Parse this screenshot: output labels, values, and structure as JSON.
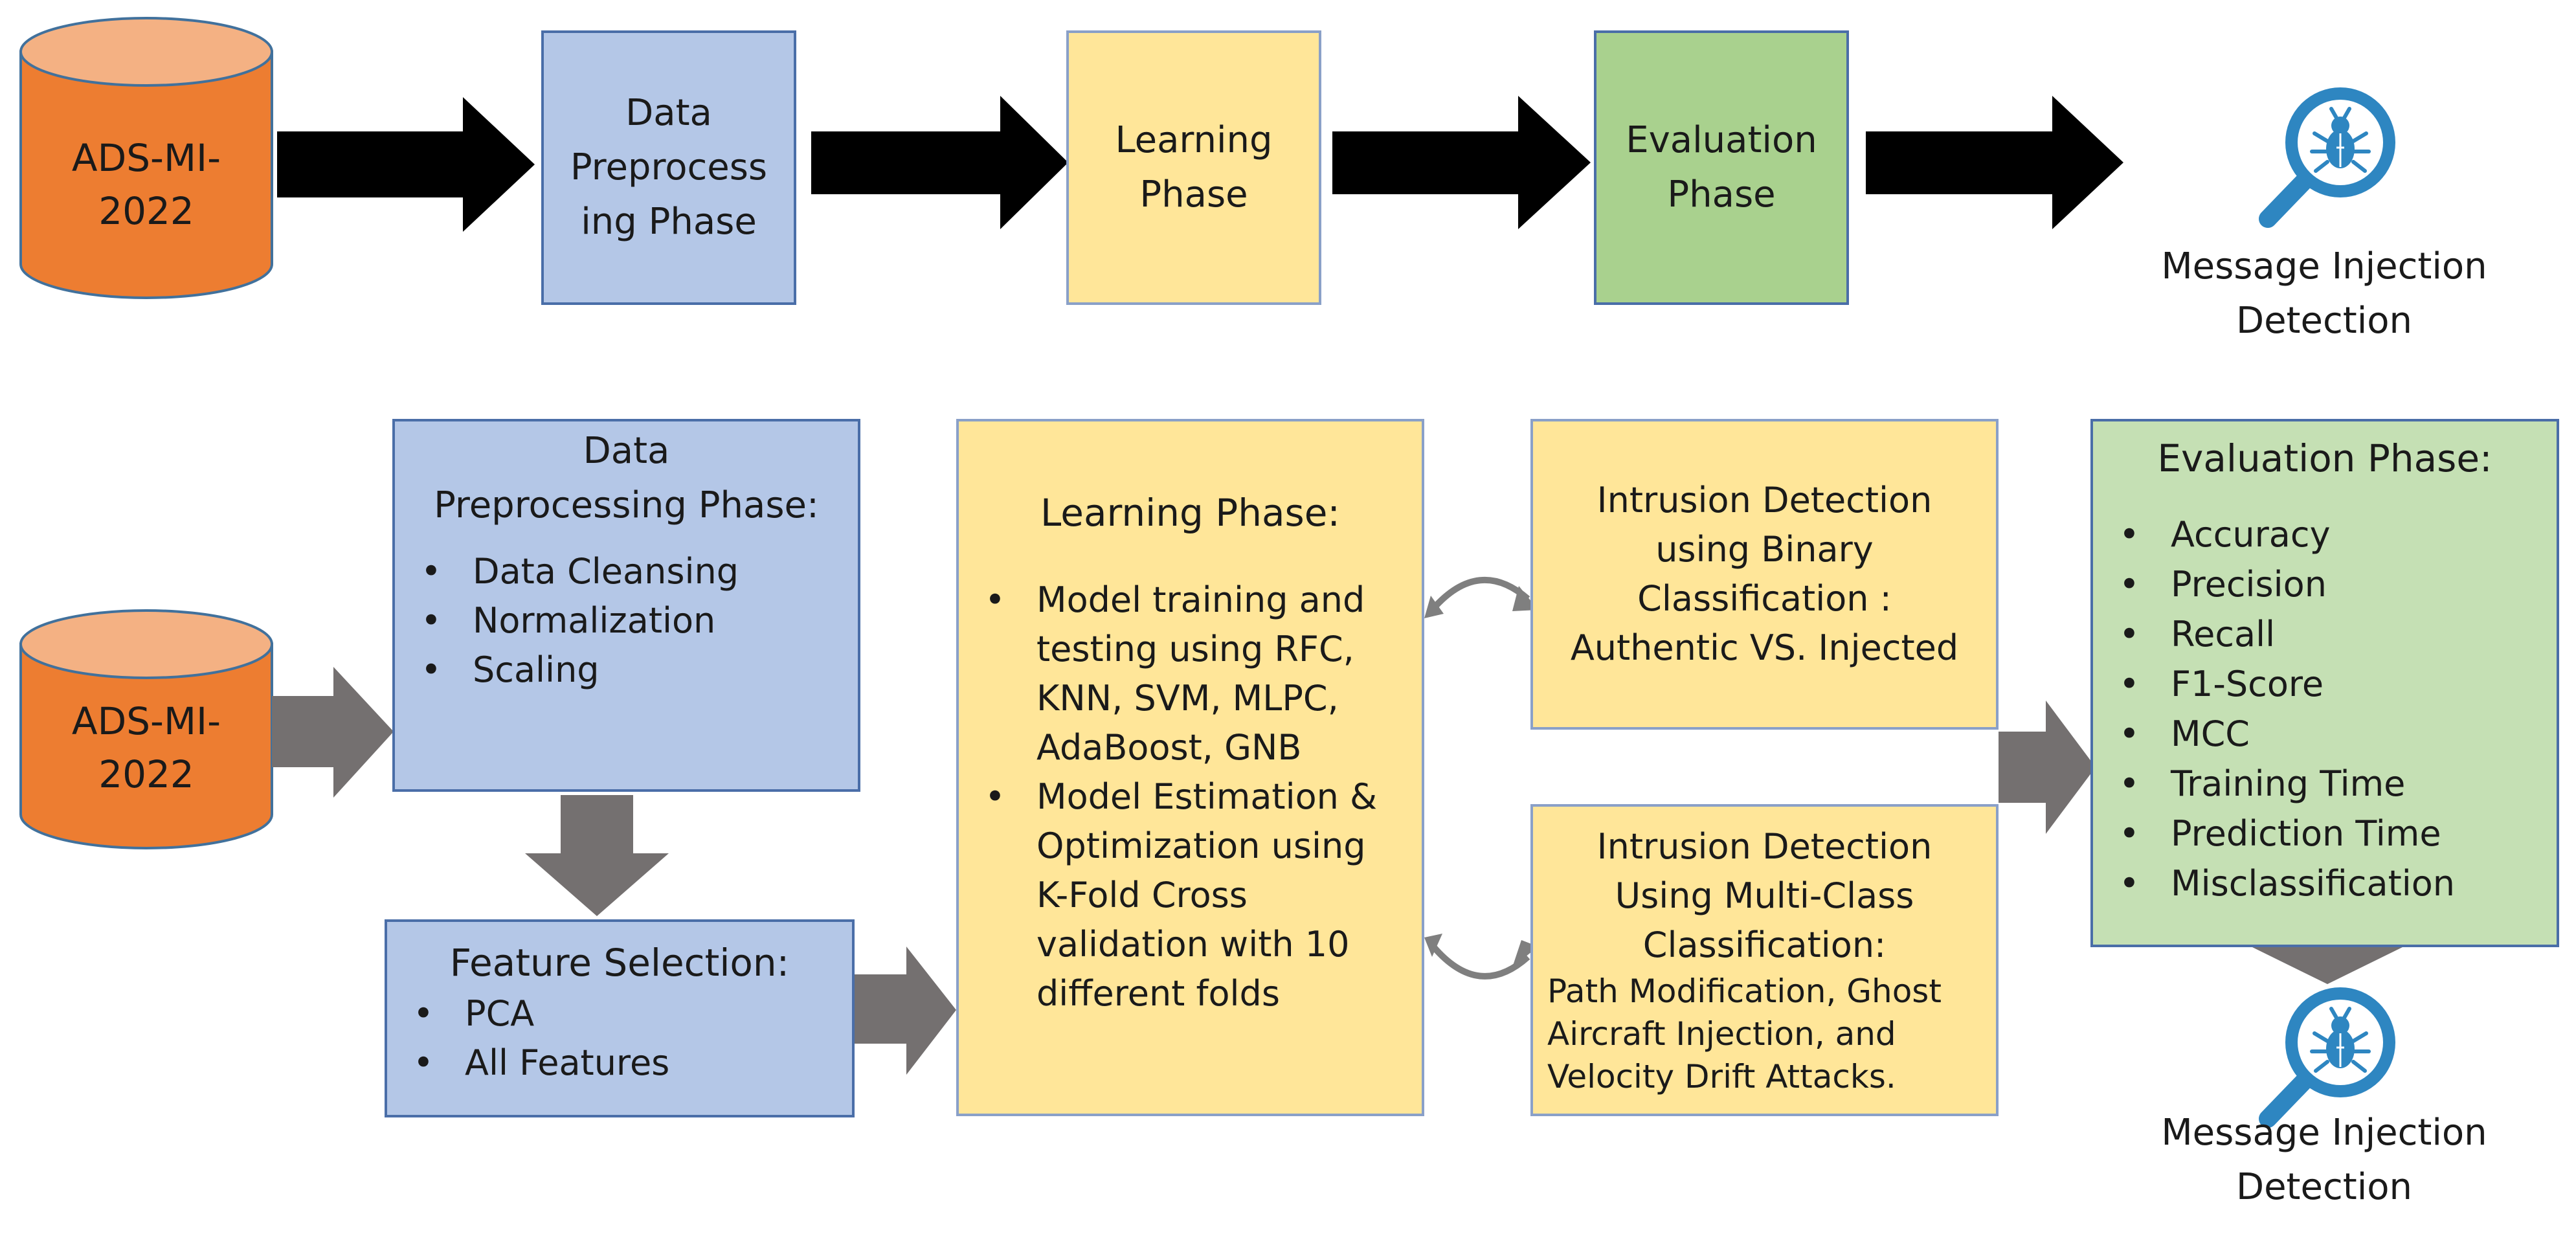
{
  "top": {
    "dataset": [
      "ADS-MI-",
      "2022"
    ],
    "preprocessing": [
      "Data",
      "Preprocess",
      "ing Phase"
    ],
    "learning": [
      "Learning",
      "Phase"
    ],
    "evaluation": [
      "Evaluation",
      "Phase"
    ],
    "output": [
      "Message Injection",
      "Detection"
    ]
  },
  "bottom": {
    "dataset": [
      "ADS-MI-",
      "2022"
    ],
    "preprocessing": {
      "title": [
        "Data",
        "Preprocessing Phase:"
      ],
      "items": [
        "Data Cleansing",
        "Normalization",
        "Scaling"
      ]
    },
    "feature_selection": {
      "title": "Feature Selection:",
      "items": [
        "PCA",
        "All Features"
      ]
    },
    "learning": {
      "title": "Learning Phase:",
      "item1": [
        "Model training and",
        "testing using RFC,",
        "KNN, SVM, MLPC,",
        "AdaBoost, GNB"
      ],
      "item2": [
        "Model Estimation &",
        "Optimization using",
        "K-Fold Cross",
        "validation with 10",
        "different folds"
      ]
    },
    "binary": [
      "Intrusion Detection",
      "using Binary",
      "Classification :",
      "Authentic VS. Injected"
    ],
    "multiclass": {
      "title": [
        "Intrusion Detection",
        "Using Multi-Class",
        "Classification:"
      ],
      "detail": [
        "Path Modification, Ghost",
        "Aircraft Injection, and",
        "Velocity Drift Attacks."
      ]
    },
    "evaluation": {
      "title": "Evaluation Phase:",
      "items": [
        "Accuracy",
        "Precision",
        "Recall",
        "F1-Score",
        "MCC",
        "Training Time",
        "Prediction Time",
        "Misclassification"
      ]
    },
    "output": [
      "Message Injection",
      "Detection"
    ]
  },
  "colors": {
    "cylinder": "#ed7d31",
    "cylinder_top": "#f4b183",
    "blue": "#b4c7e7",
    "yellow": "#ffe699",
    "green": "#a9d18e",
    "light_green": "#c5e0b4",
    "icon": "#2e86c1"
  }
}
